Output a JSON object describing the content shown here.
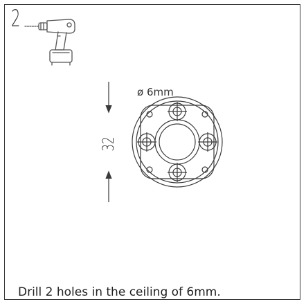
{
  "step": {
    "number": "2"
  },
  "diagram": {
    "diameter_label": "ø 6mm",
    "dimension_label": "32"
  },
  "instruction": "Drill 2 holes in the ceiling of 6mm.",
  "icons": [
    "drill-icon",
    "mounting-plate-icon",
    "dimension-arrow-icon"
  ],
  "colors": {
    "line": "#3a3a3a",
    "background": "#ffffff"
  }
}
